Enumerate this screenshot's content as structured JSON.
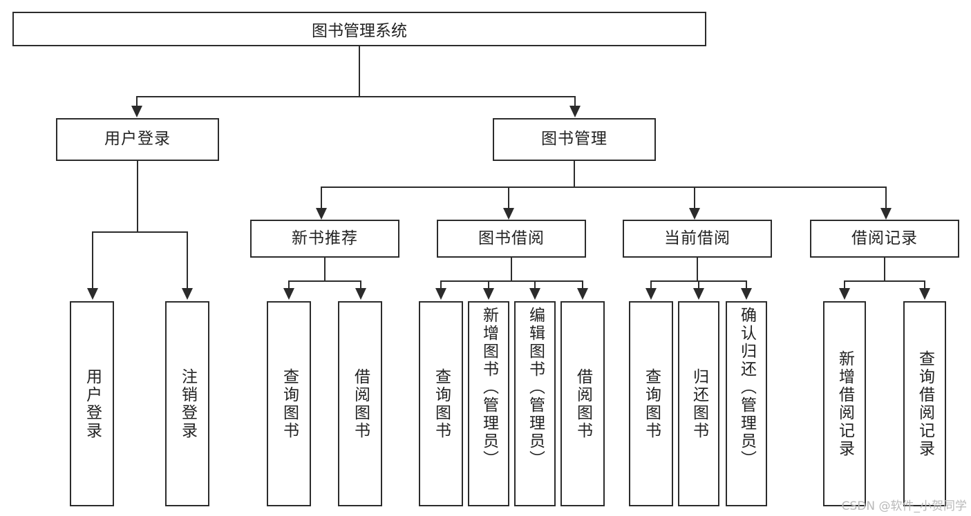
{
  "diagram": {
    "type": "tree-hierarchy",
    "title": "图书管理系统",
    "watermark": "CSDN @软件_小贺同学",
    "colors": {
      "background": "#ffffff",
      "stroke": "#2b2b2b",
      "text": "#222222",
      "watermark": "#b9b9b9"
    },
    "root": {
      "label": "图书管理系统"
    },
    "level2": [
      {
        "id": "user-login",
        "label": "用户登录"
      },
      {
        "id": "book-manage",
        "label": "图书管理"
      }
    ],
    "level3": [
      {
        "id": "new-book-recommend",
        "label": "新书推荐",
        "parent": "book-manage"
      },
      {
        "id": "book-borrow",
        "label": "图书借阅",
        "parent": "book-manage"
      },
      {
        "id": "current-borrow",
        "label": "当前借阅",
        "parent": "book-manage"
      },
      {
        "id": "borrow-record",
        "label": "借阅记录",
        "parent": "book-manage"
      }
    ],
    "leaves": [
      {
        "id": "leaf-user-login",
        "label": "用户登录",
        "parent": "user-login"
      },
      {
        "id": "leaf-logout",
        "label": "注销登录",
        "parent": "user-login"
      },
      {
        "id": "leaf-query-book-1",
        "label": "查询图书",
        "parent": "new-book-recommend"
      },
      {
        "id": "leaf-borrow-book-1",
        "label": "借阅图书",
        "parent": "new-book-recommend"
      },
      {
        "id": "leaf-query-book-2",
        "label": "查询图书",
        "parent": "book-borrow"
      },
      {
        "id": "leaf-add-book",
        "label": "新增图书（管理员）",
        "parent": "book-borrow"
      },
      {
        "id": "leaf-edit-book",
        "label": "编辑图书（管理员）",
        "parent": "book-borrow"
      },
      {
        "id": "leaf-borrow-book-2",
        "label": "借阅图书",
        "parent": "book-borrow"
      },
      {
        "id": "leaf-query-book-3",
        "label": "查询图书",
        "parent": "current-borrow"
      },
      {
        "id": "leaf-return-book",
        "label": "归还图书",
        "parent": "current-borrow"
      },
      {
        "id": "leaf-confirm-return",
        "label": "确认归还（管理员）",
        "parent": "current-borrow"
      },
      {
        "id": "leaf-add-record",
        "label": "新增借阅记录",
        "parent": "borrow-record"
      },
      {
        "id": "leaf-query-record",
        "label": "查询借阅记录",
        "parent": "borrow-record"
      }
    ]
  }
}
